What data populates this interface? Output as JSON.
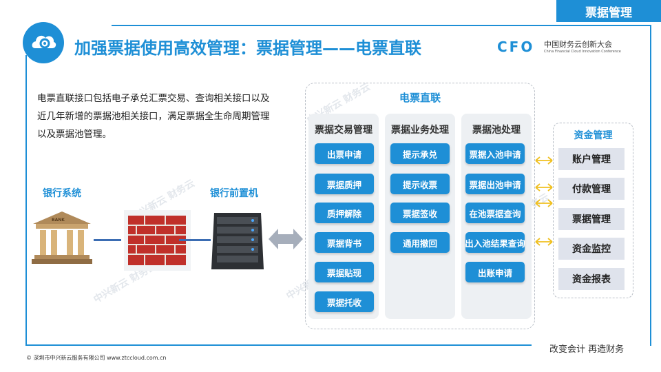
{
  "header": {
    "corner_tab": "票据管理",
    "title": "加强票据使用高效管理：票据管理——电票直联"
  },
  "conference": {
    "mark": "CFO",
    "name": "中国财务云创新大会",
    "name_en": "China Financial Cloud Innovation Conference"
  },
  "description": "电票直联接口包括电子承兑汇票交易、查询相关接口以及近几年新增的票据池相关接口，满足票据全生命周期管理以及票据池管理。",
  "left": {
    "bank_label": "银行系统",
    "bank_sign": "BANK",
    "front_label": "银行前置机"
  },
  "watermark": "中兴新云 财务云",
  "panel": {
    "title": "电票直联",
    "columns": [
      {
        "title": "票据交易管理",
        "items": [
          "出票申请",
          "票据质押",
          "质押解除",
          "票据背书",
          "票据贴现",
          "票据托收"
        ]
      },
      {
        "title": "票据业务处理",
        "items": [
          "提示承兑",
          "提示收票",
          "票据签收",
          "通用撤回"
        ]
      },
      {
        "title": "票据池处理",
        "items": [
          "票据入池申请",
          "票据出池申请",
          "在池票据查询",
          "出入池结果查询",
          "出账申请"
        ]
      }
    ]
  },
  "fund": {
    "title": "资金管理",
    "items": [
      "账户管理",
      "付款管理",
      "票据管理",
      "资金监控",
      "资金报表"
    ]
  },
  "footer": {
    "slogan": "改变会计 再造财务",
    "company": "© 深圳市中兴新云服务有限公司 www.ztccloud.com.cn"
  },
  "colors": {
    "accent": "#1e8fd6",
    "connector_arrow": "#f0c020",
    "panel_bg": "#edf0f3",
    "fund_item_bg": "#dfe3ec"
  }
}
